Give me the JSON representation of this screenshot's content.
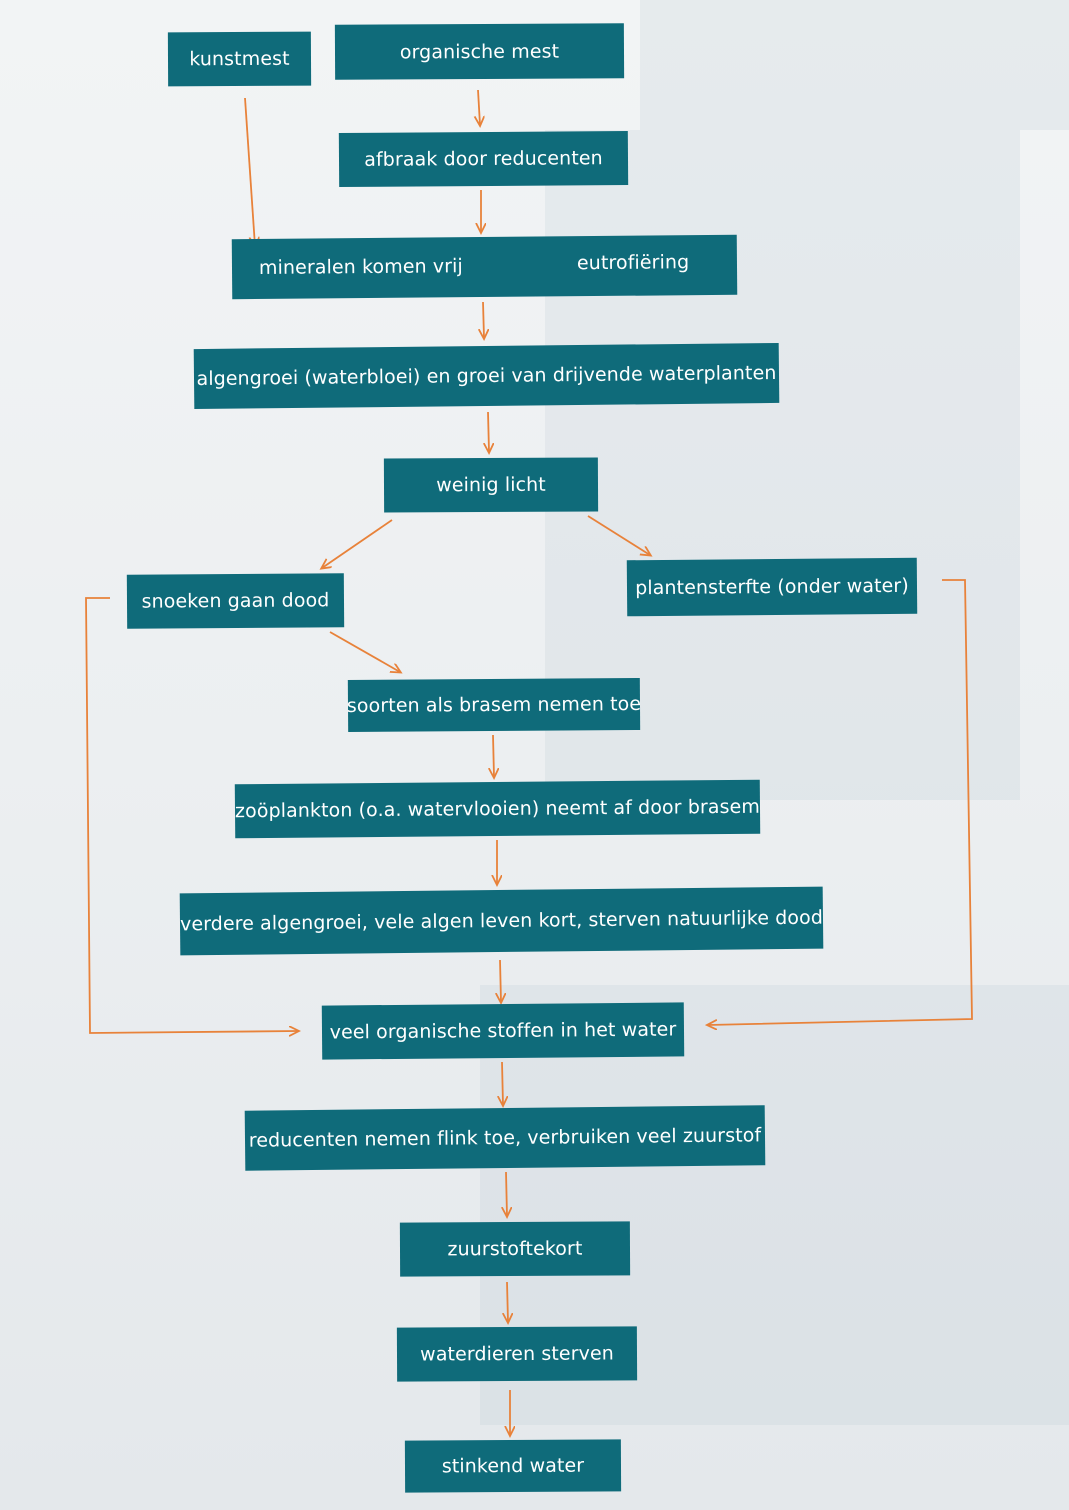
{
  "diagram": {
    "nodes": {
      "kunstmest": "kunstmest",
      "organische_mest": "organische mest",
      "afbraak": "afbraak door reducenten",
      "mineralen": "mineralen komen vrij",
      "eutrofiering": "eutrofiëring",
      "algengroei": "algengroei (waterbloei) en groei van drijvende waterplanten",
      "weinig_licht": "weinig licht",
      "snoeken": "snoeken gaan dood",
      "plantensterfte": "plantensterfte (onder water)",
      "brasem": "soorten als brasem nemen toe",
      "zooplankton": "zoöplankton (o.a. watervlooien) neemt af door brasem",
      "verdere_algengroei": "verdere algengroei, vele algen leven kort, sterven natuurlijke dood",
      "organische_stoffen": "veel organische stoffen in het water",
      "reducenten": "reducenten nemen flink toe, verbruiken veel zuurstof",
      "zuurstoftekort": "zuurstoftekort",
      "waterdieren": "waterdieren sterven",
      "stinkend": "stinkend water"
    },
    "colors": {
      "box": "#0f6b7a",
      "arrow": "#e8823a",
      "text": "#ffffff"
    }
  }
}
